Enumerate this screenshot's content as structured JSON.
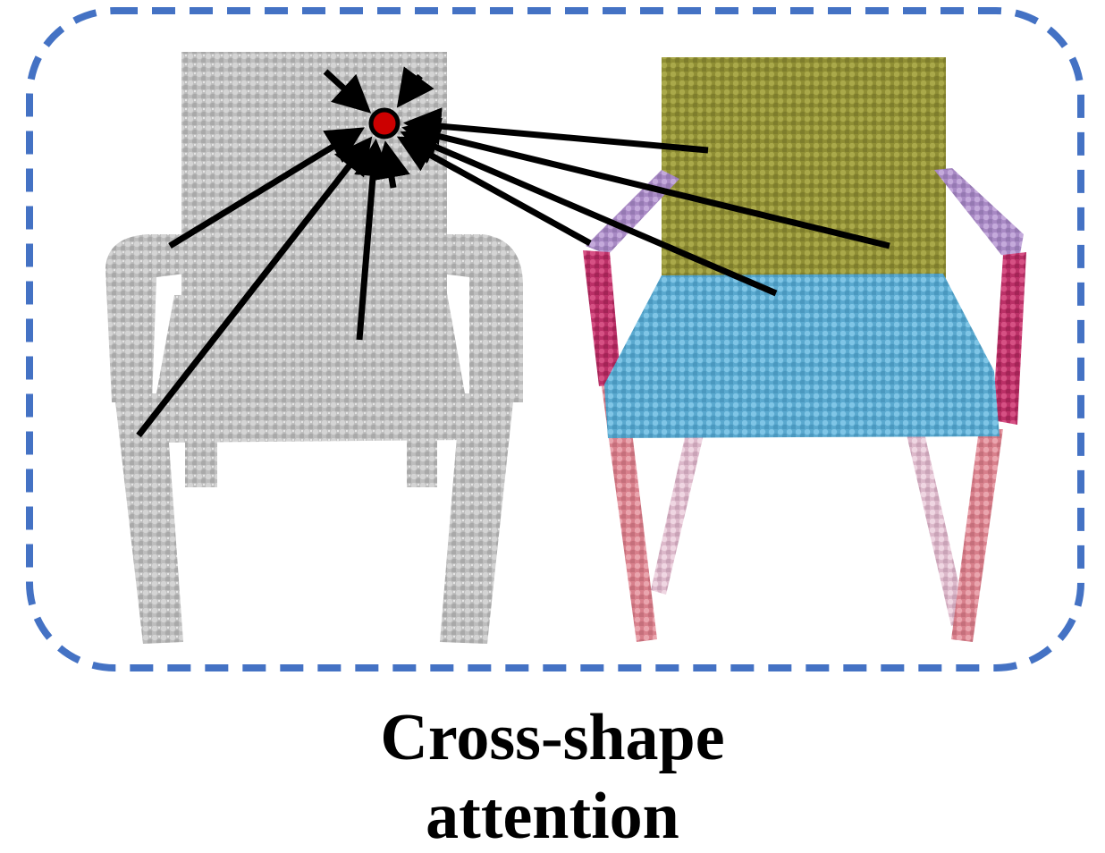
{
  "caption": {
    "line1": "Cross-shape",
    "line2": "attention"
  },
  "colors": {
    "frame": "#4472c4",
    "query_point": "#cc0000",
    "arrow": "#000000",
    "gray_chair": "#b4b4b4",
    "part_back": "#9b9a3e",
    "part_seat": "#6cb8dc",
    "part_arm_upper": "#b79ad0",
    "part_arm_lower": "#cc3f75",
    "part_leg_front": "#e08f9a",
    "part_leg_back": "#e6c4d6"
  },
  "elements": {
    "left_shape": "gray-point-cloud-chair",
    "right_shape": "segmented-point-cloud-chair",
    "query": "query-point"
  }
}
